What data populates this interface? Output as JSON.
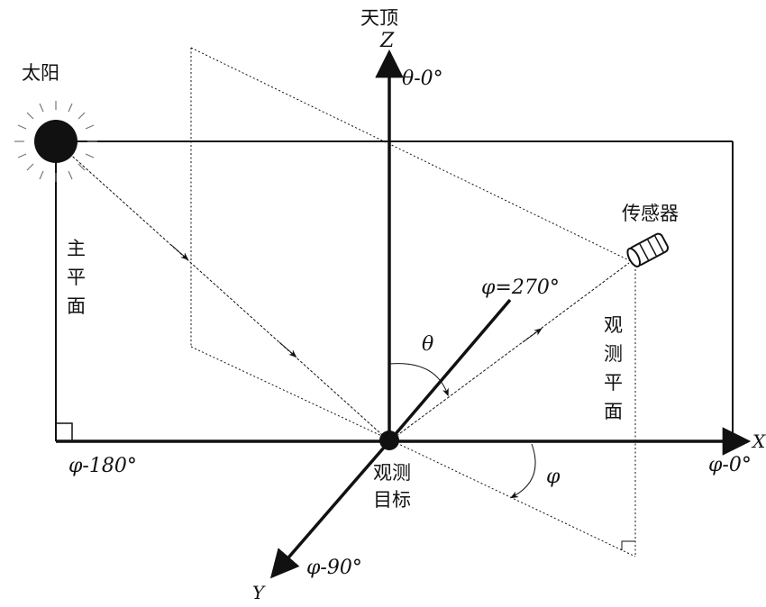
{
  "labels": {
    "zenith": "天顶",
    "z_axis": "Z",
    "theta_zero": "θ-0°",
    "sun": "太阳",
    "principal_plane": [
      "主",
      "平",
      "面"
    ],
    "sensor": "传感器",
    "phi_270": "φ=270°",
    "theta": "θ",
    "observation_plane": [
      "观",
      "测",
      "平",
      "面"
    ],
    "phi_180": "φ-180°",
    "target": [
      "观测",
      "目标"
    ],
    "phi": "φ",
    "phi_0": "φ-0°",
    "x_axis": "X",
    "phi_90": "φ-90°",
    "y_axis": "Y"
  },
  "colors": {
    "stroke": "#111111",
    "background": "#ffffff"
  }
}
